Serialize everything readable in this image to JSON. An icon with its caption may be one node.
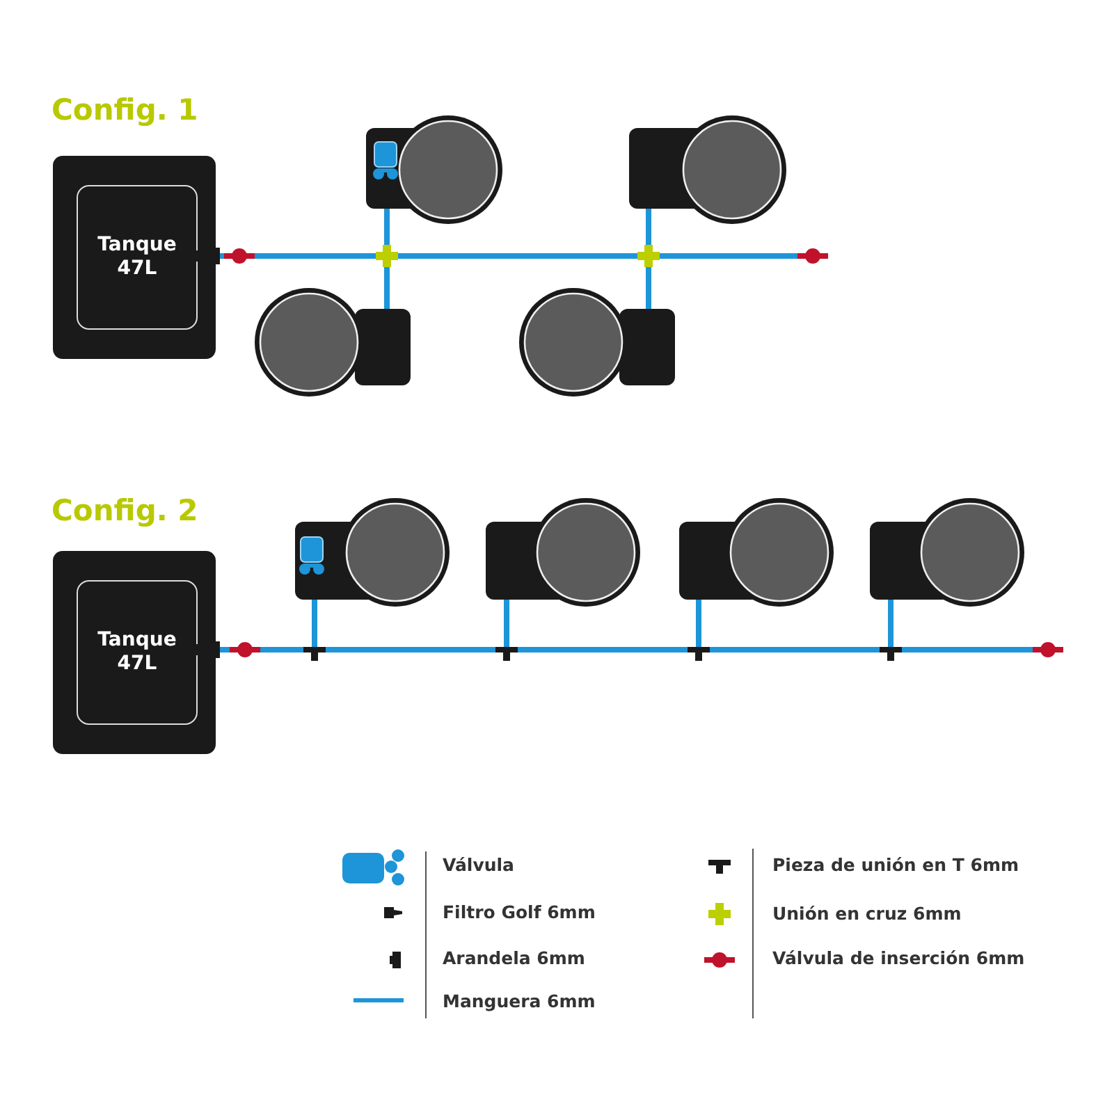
{
  "diagram": {
    "nodes": [
      {
        "text": [
          "Tanque 47L"
        ]
      },
      {
        "text": [],
        "shape": "pot"
      },
      {
        "text": [],
        "shape": "pot"
      },
      {
        "text": [],
        "shape": "pot"
      },
      {
        "text": [],
        "shape": "pot"
      },
      {
        "text": [
          "Tanque 47L"
        ]
      },
      {
        "text": [],
        "shape": "pot"
      },
      {
        "text": [],
        "shape": "pot"
      },
      {
        "text": [],
        "shape": "pot"
      },
      {
        "text": [],
        "shape": "pot"
      }
    ],
    "edges": [
      {
        "from": 0,
        "to": 1,
        "arrow": "none"
      },
      {
        "from": 0,
        "to": 2,
        "arrow": "none"
      },
      {
        "from": 0,
        "to": 3,
        "arrow": "none"
      },
      {
        "from": 0,
        "to": 4,
        "arrow": "none"
      },
      {
        "from": 5,
        "to": 6,
        "arrow": "none"
      },
      {
        "from": 5,
        "to": 7,
        "arrow": "none"
      },
      {
        "from": 5,
        "to": 8,
        "arrow": "none"
      },
      {
        "from": 5,
        "to": 9,
        "arrow": "none"
      }
    ],
    "labels": [
      "Config. 1",
      "Config. 2"
    ],
    "legend": [
      {
        "text": "Válvula"
      },
      {
        "text": "Filtro Golf 6mm"
      },
      {
        "text": "Arandela 6mm"
      },
      {
        "text": "Manguera 6mm"
      },
      {
        "text": "Pieza de unión en T 6mm"
      },
      {
        "text": "Unión en cruz 6mm"
      },
      {
        "text": "Válvula de inserción 6mm"
      }
    ]
  }
}
